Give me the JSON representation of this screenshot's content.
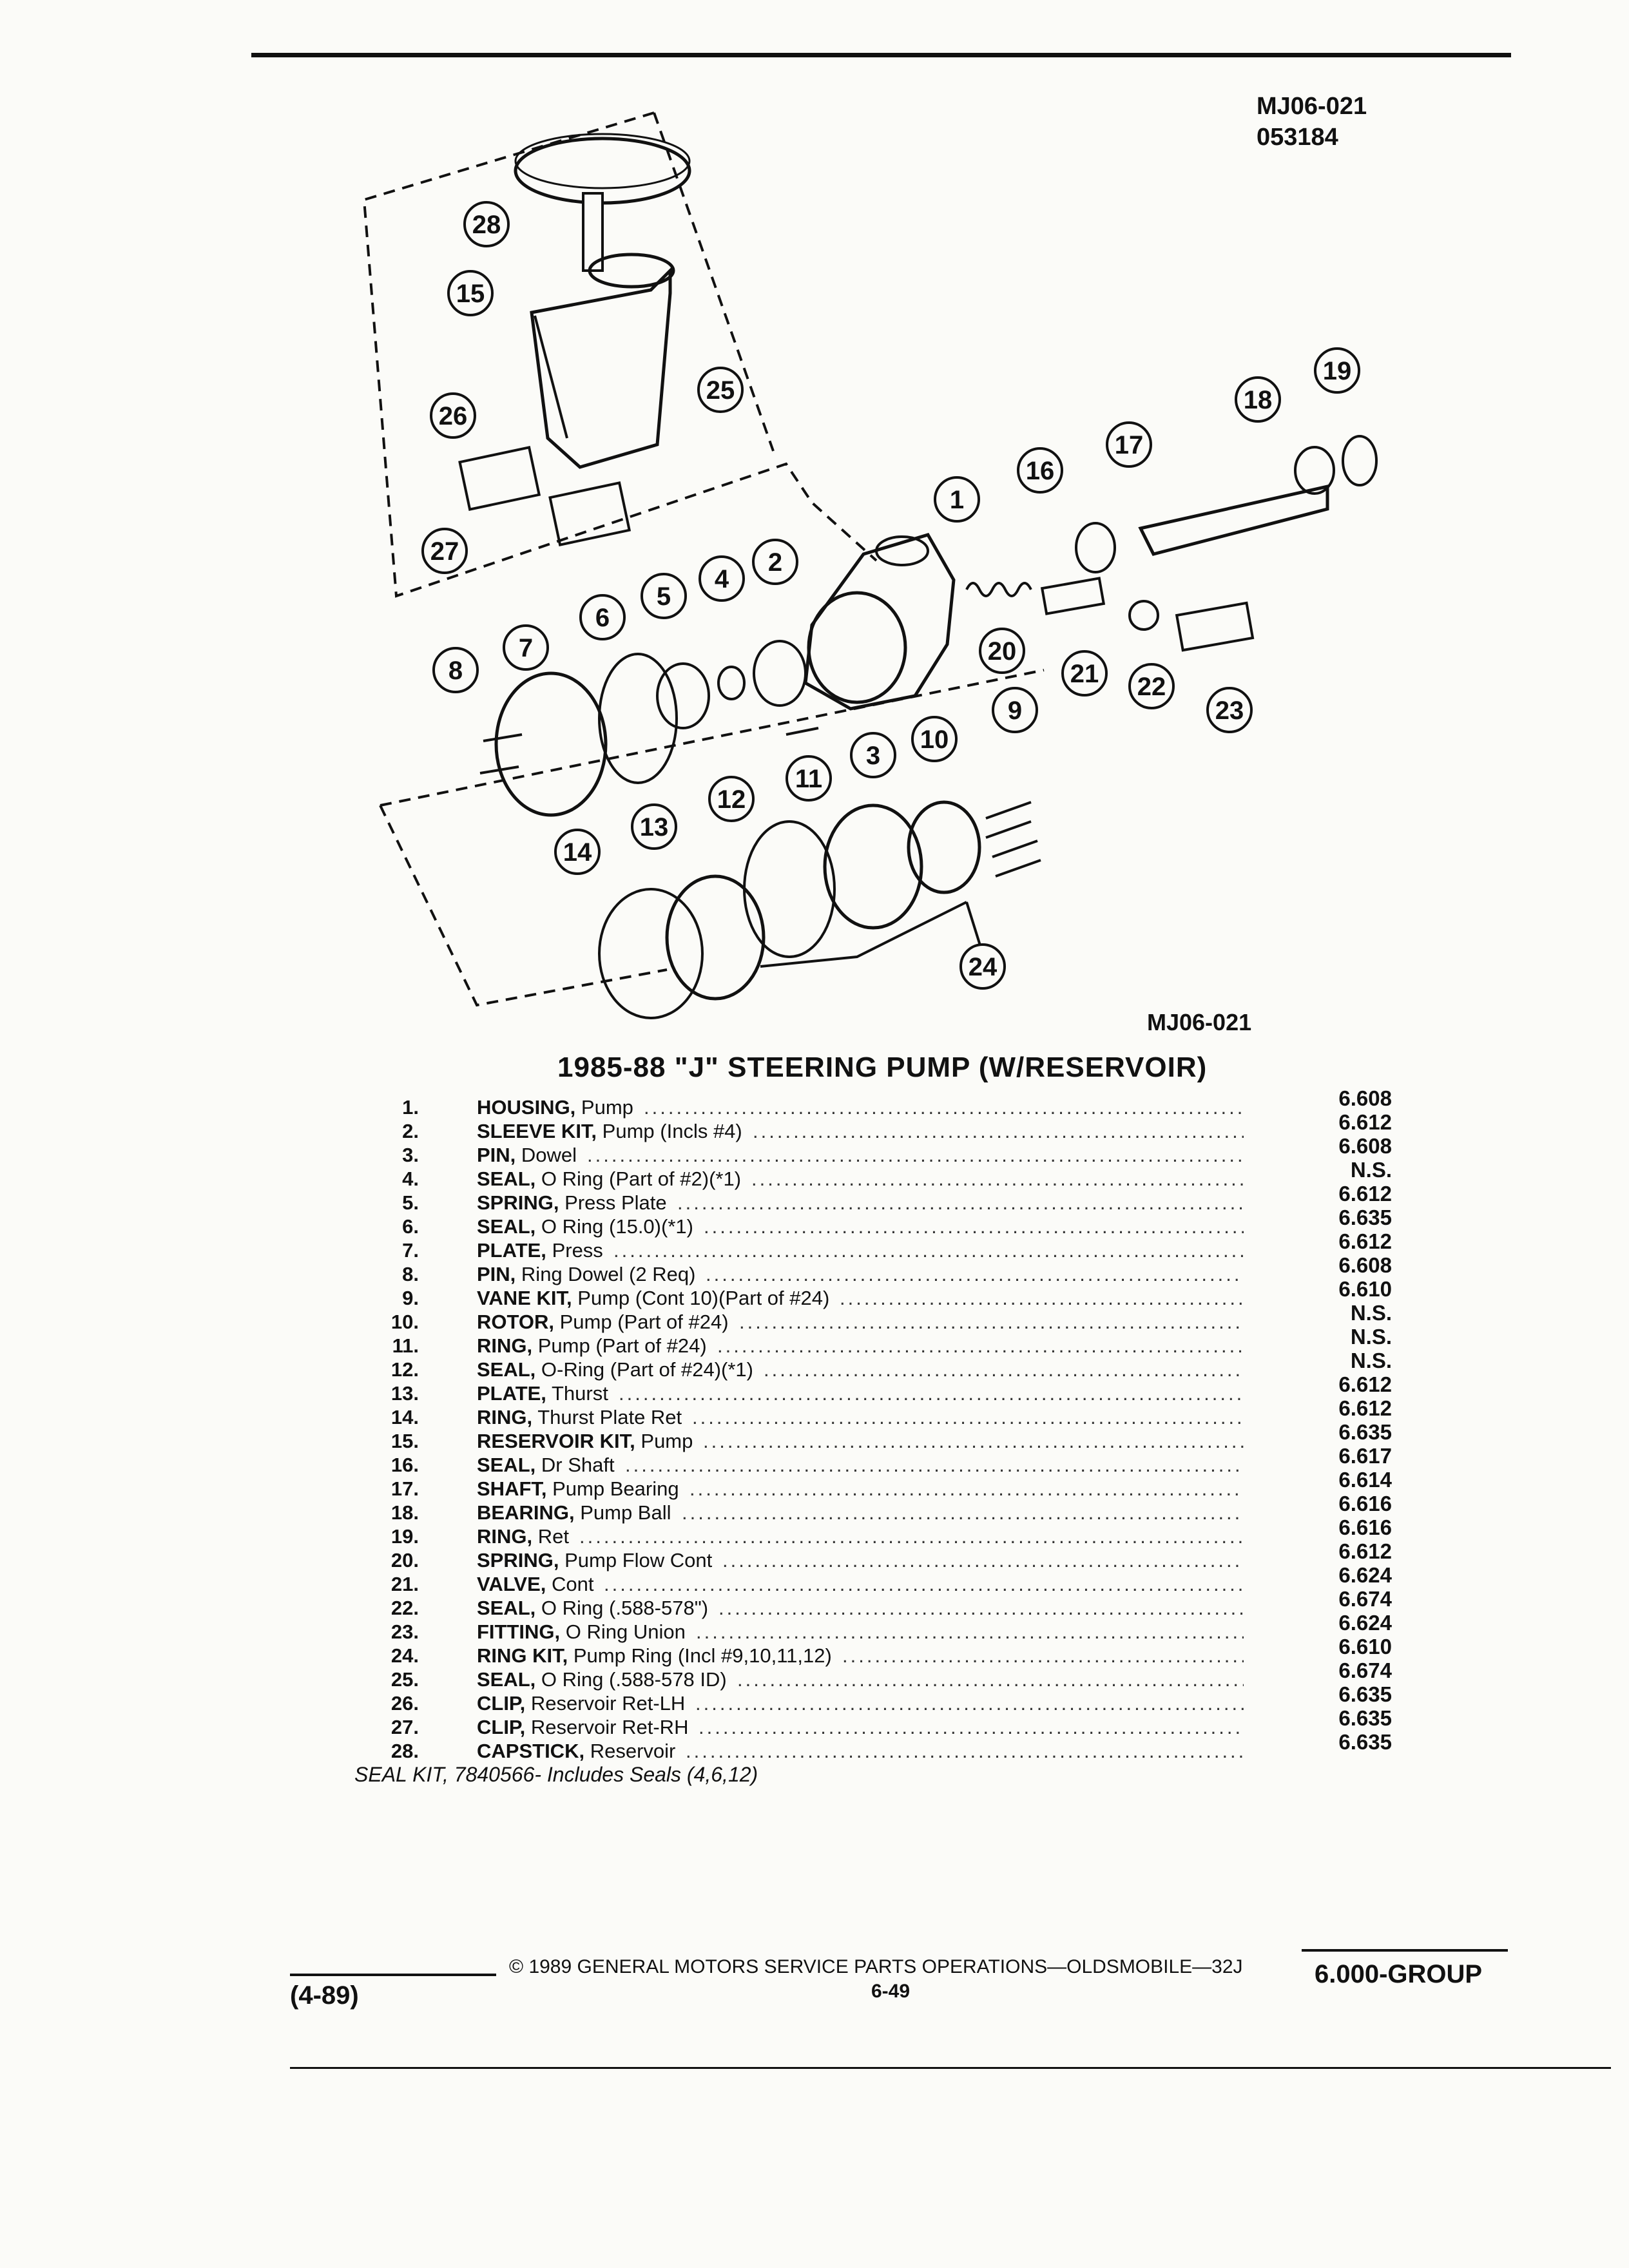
{
  "header": {
    "codes": [
      "MJ06-021",
      "053184"
    ]
  },
  "diagram": {
    "caption_code": "MJ06-021",
    "callouts": [
      "1",
      "2",
      "3",
      "4",
      "5",
      "6",
      "7",
      "8",
      "9",
      "10",
      "11",
      "12",
      "13",
      "14",
      "15",
      "16",
      "17",
      "18",
      "19",
      "20",
      "21",
      "22",
      "23",
      "24",
      "25",
      "26",
      "27",
      "28"
    ]
  },
  "title": "1985-88 \"J\" STEERING PUMP (W/RESERVOIR)",
  "parts": [
    {
      "num": "1.",
      "name": "HOUSING,",
      "desc": "Pump",
      "ref": "6.608"
    },
    {
      "num": "2.",
      "name": "SLEEVE KIT,",
      "desc": "Pump (Incls #4)",
      "ref": "6.612"
    },
    {
      "num": "3.",
      "name": "PIN,",
      "desc": "Dowel",
      "ref": "6.608"
    },
    {
      "num": "4.",
      "name": "SEAL,",
      "desc": "O Ring (Part of #2)(*1)",
      "ref": "N.S."
    },
    {
      "num": "5.",
      "name": "SPRING,",
      "desc": "Press Plate",
      "ref": "6.612"
    },
    {
      "num": "6.",
      "name": "SEAL,",
      "desc": "O Ring (15.0)(*1)",
      "ref": "6.635"
    },
    {
      "num": "7.",
      "name": "PLATE,",
      "desc": "Press",
      "ref": "6.612"
    },
    {
      "num": "8.",
      "name": "PIN,",
      "desc": "Ring Dowel (2 Req)",
      "ref": "6.608"
    },
    {
      "num": "9.",
      "name": "VANE KIT,",
      "desc": "Pump (Cont 10)(Part of #24)",
      "ref": "6.610"
    },
    {
      "num": "10.",
      "name": "ROTOR,",
      "desc": "Pump (Part of #24)",
      "ref": "N.S."
    },
    {
      "num": "11.",
      "name": "RING,",
      "desc": "Pump (Part of #24)",
      "ref": "N.S."
    },
    {
      "num": "12.",
      "name": "SEAL,",
      "desc": "O-Ring (Part of #24)(*1)",
      "ref": "N.S."
    },
    {
      "num": "13.",
      "name": "PLATE,",
      "desc": "Thurst",
      "ref": "6.612"
    },
    {
      "num": "14.",
      "name": "RING,",
      "desc": "Thurst Plate Ret",
      "ref": "6.612"
    },
    {
      "num": "15.",
      "name": "RESERVOIR KIT,",
      "desc": "Pump",
      "ref": "6.635"
    },
    {
      "num": "16.",
      "name": "SEAL,",
      "desc": "Dr Shaft",
      "ref": "6.617"
    },
    {
      "num": "17.",
      "name": "SHAFT,",
      "desc": "Pump Bearing",
      "ref": "6.614"
    },
    {
      "num": "18.",
      "name": "BEARING,",
      "desc": "Pump Ball",
      "ref": "6.616"
    },
    {
      "num": "19.",
      "name": "RING,",
      "desc": "Ret",
      "ref": "6.616"
    },
    {
      "num": "20.",
      "name": "SPRING,",
      "desc": "Pump Flow Cont",
      "ref": "6.612"
    },
    {
      "num": "21.",
      "name": "VALVE,",
      "desc": "Cont",
      "ref": "6.624"
    },
    {
      "num": "22.",
      "name": "SEAL,",
      "desc": "O Ring (.588-578\")",
      "ref": "6.674"
    },
    {
      "num": "23.",
      "name": "FITTING,",
      "desc": "O Ring Union",
      "ref": "6.624"
    },
    {
      "num": "24.",
      "name": "RING KIT,",
      "desc": "Pump Ring (Incl #9,10,11,12)",
      "ref": "6.610"
    },
    {
      "num": "25.",
      "name": "SEAL,",
      "desc": "O Ring (.588-578 ID)",
      "ref": "6.674"
    },
    {
      "num": "26.",
      "name": "CLIP,",
      "desc": "Reservoir Ret-LH",
      "ref": "6.635"
    },
    {
      "num": "27.",
      "name": "CLIP,",
      "desc": "Reservoir Ret-RH",
      "ref": "6.635"
    },
    {
      "num": "28.",
      "name": "CAPSTICK,",
      "desc": "Reservoir",
      "ref": "6.635"
    }
  ],
  "seal_kit_note": "SEAL KIT, 7840566- Includes Seals (4,6,12)",
  "footer": {
    "copyright": "© 1989 GENERAL MOTORS SERVICE PARTS OPERATIONS—OLDSMOBILE—32J",
    "page": "6-49",
    "date": "(4-89)",
    "group": "6.000-GROUP"
  }
}
